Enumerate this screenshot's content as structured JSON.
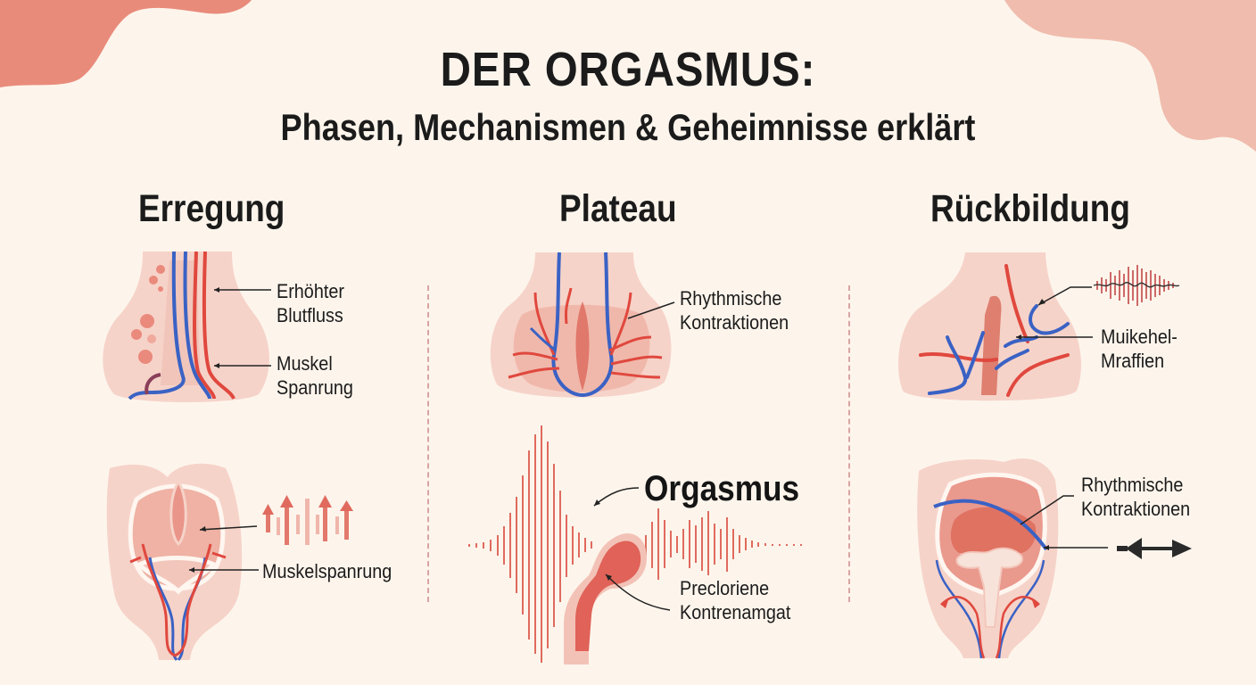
{
  "header": {
    "title": "DER ORGASMUS:",
    "subtitle": "Phasen, Mechanismen & Geheimnisse erklärt"
  },
  "colors": {
    "background": "#fdf5ec",
    "corner_left": "#e98b7b",
    "corner_right": "#f0bcad",
    "artery_red": "#e0483e",
    "vein_blue": "#3a62c4",
    "tissue_light": "#f6d3c9",
    "tissue_mid": "#efb2a4",
    "divider": "#d9a4a2",
    "text": "#1b1b1b"
  },
  "phases": [
    {
      "title": "Erregung",
      "top_panel": {
        "illustration": "blood-vessels-illustration",
        "labels": [
          {
            "line1": "Erhöhter",
            "line2": "Blutfluss"
          },
          {
            "line1": "Muskel",
            "line2": "Spanrung"
          }
        ]
      },
      "bottom_panel": {
        "illustration": "pelvic-anatomy-illustration",
        "icon": "rising-arrows-icon",
        "labels": [
          {
            "line1": "Muskelspanrung"
          }
        ]
      }
    },
    {
      "title": "Plateau",
      "top_panel": {
        "illustration": "radiating-vessels-illustration",
        "labels": [
          {
            "line1": "Rhythmische",
            "line2": "Kontraktionen"
          }
        ]
      },
      "bottom_panel": {
        "illustration": "waveform-pulse-illustration",
        "highlight_label": "Orgasmus",
        "labels": [
          {
            "line1": "Precloriene",
            "line2": "Kontrenamgat"
          }
        ]
      }
    },
    {
      "title": "Rückbildung",
      "top_panel": {
        "illustration": "branching-vessels-illustration",
        "icon": "small-waveform-icon",
        "labels": [
          {
            "line1": "Muikehel-",
            "line2": "Mraffien"
          }
        ]
      },
      "bottom_panel": {
        "illustration": "uterus-anatomy-illustration",
        "icon": "double-arrow-icon",
        "labels": [
          {
            "line1": "Rhythmische",
            "line2": "Kontraktionen"
          }
        ]
      }
    }
  ]
}
